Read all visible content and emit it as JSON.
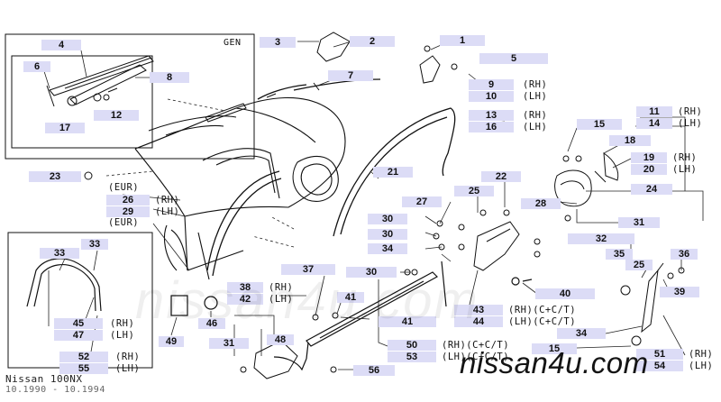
{
  "diagram": {
    "group_label": "GEN",
    "model": "Nissan 100NX",
    "date_range": "10.1990 - 10.1994",
    "watermark": "nissan4u.com",
    "accent_color": "#dcdcf6",
    "callouts": {
      "c1": "1",
      "c2": "2",
      "c3": "3",
      "c4": "4",
      "c5": "5",
      "c6": "6",
      "c7": "7",
      "c8": "8",
      "c9": "9",
      "c10": "10",
      "c11": "11",
      "c12": "12",
      "c13": "13",
      "c14": "14",
      "c15": "15",
      "c15b": "15",
      "c16": "16",
      "c17": "17",
      "c18": "18",
      "c19": "19",
      "c20": "20",
      "c21": "21",
      "c22": "22",
      "c23": "23",
      "c24": "24",
      "c25": "25",
      "c25b": "25",
      "c26": "26",
      "c27": "27",
      "c28": "28",
      "c29": "29",
      "c30a": "30",
      "c30b": "30",
      "c30c": "30",
      "c31a": "31",
      "c31b": "31",
      "c32": "32",
      "c33a": "33",
      "c33b": "33",
      "c34a": "34",
      "c34b": "34",
      "c35": "35",
      "c36": "36",
      "c37": "37",
      "c38": "38",
      "c39": "39",
      "c40": "40",
      "c41a": "41",
      "c41b": "41",
      "c42": "42",
      "c43": "43",
      "c44": "44",
      "c45": "45",
      "c46": "46",
      "c47": "47",
      "c48": "48",
      "c49": "49",
      "c50": "50",
      "c51": "51",
      "c52": "52",
      "c53": "53",
      "c54": "54",
      "c55": "55",
      "c56": "56"
    },
    "notes": {
      "n9": "(RH)",
      "n10": "(LH)",
      "n11": "(RH)",
      "n14": "(LH)",
      "n13": "(RH)",
      "n16": "(LH)",
      "n19": "(RH)",
      "n20": "(LH)",
      "n23": "(EUR)",
      "n26": "(RH)",
      "n29": "(LH)",
      "n29b": "(EUR)",
      "n38": "(RH)",
      "n42": "(LH)",
      "n43": "(RH)(C+C/T)",
      "n44": "(LH)(C+C/T)",
      "n45": "(RH)",
      "n47": "(LH)",
      "n50": "(RH)(C+C/T)",
      "n53": "(LH)(C+C/T)",
      "n51": "(RH)",
      "n54": "(LH)",
      "n52": "(RH)",
      "n55": "(LH)"
    }
  }
}
